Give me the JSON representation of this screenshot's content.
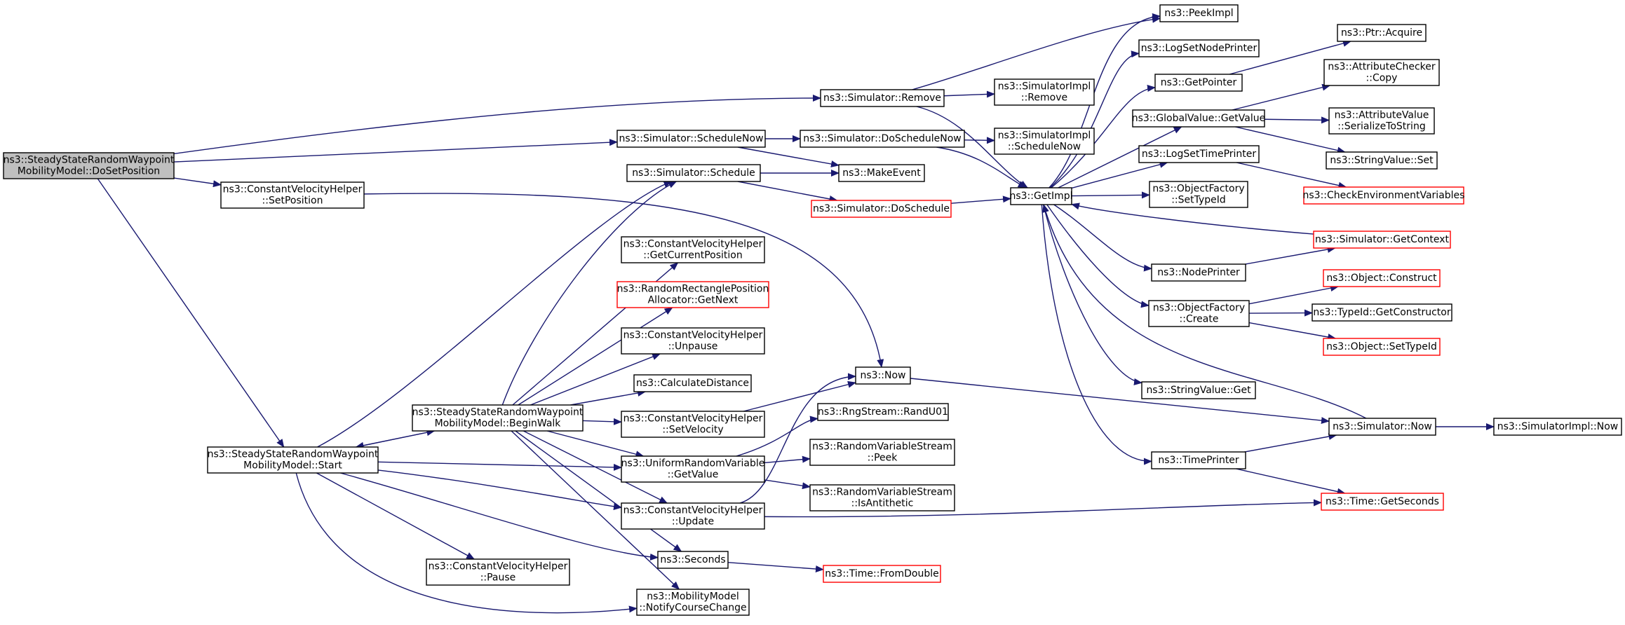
{
  "colors": {
    "edge": "#191970",
    "node_border": "#000000",
    "incomplete_border": "#ff0000",
    "focus_fill": "#bfbfbf",
    "background": "#ffffff"
  },
  "nodes": {
    "dosetposition": {
      "lines": [
        "ns3::SteadyStateRandomWaypoint",
        "MobilityModel::DoSetPosition"
      ],
      "style": "focus"
    },
    "sim_remove": {
      "lines": [
        "ns3::Simulator::Remove"
      ]
    },
    "sim_schedulenow": {
      "lines": [
        "ns3::Simulator::ScheduleNow"
      ]
    },
    "cvh_setposition": {
      "lines": [
        "ns3::ConstantVelocityHelper",
        "::SetPosition"
      ]
    },
    "sssrw_start": {
      "lines": [
        "ns3::SteadyStateRandomWaypoint",
        "MobilityModel::Start"
      ]
    },
    "simimpl_remove": {
      "lines": [
        "ns3::SimulatorImpl",
        "::Remove"
      ]
    },
    "sim_doschedulenow": {
      "lines": [
        "ns3::Simulator::DoScheduleNow"
      ]
    },
    "simimpl_schedulenow": {
      "lines": [
        "ns3::SimulatorImpl",
        "::ScheduleNow"
      ]
    },
    "sim_schedule": {
      "lines": [
        "ns3::Simulator::Schedule"
      ]
    },
    "makeevent": {
      "lines": [
        "ns3::MakeEvent"
      ]
    },
    "sim_doschedule": {
      "lines": [
        "ns3::Simulator::DoSchedule"
      ],
      "style": "red"
    },
    "getimpl": {
      "lines": [
        "ns3::GetImpl"
      ]
    },
    "peekimpl": {
      "lines": [
        "ns3::PeekImpl"
      ]
    },
    "lognodeprinter": {
      "lines": [
        "ns3::LogSetNodePrinter"
      ]
    },
    "getpointer": {
      "lines": [
        "ns3::GetPointer"
      ]
    },
    "ptr_acquire": {
      "lines": [
        "ns3::Ptr::Acquire"
      ]
    },
    "globalvalue_get": {
      "lines": [
        "ns3::GlobalValue::GetValue"
      ]
    },
    "attrchecker_copy": {
      "lines": [
        "ns3::AttributeChecker",
        "::Copy"
      ]
    },
    "attrvalue_serialize": {
      "lines": [
        "ns3::AttributeValue",
        "::SerializeToString"
      ]
    },
    "stringvalue_set": {
      "lines": [
        "ns3::StringValue::Set"
      ]
    },
    "logtimeprinter": {
      "lines": [
        "ns3::LogSetTimePrinter"
      ]
    },
    "checkenv": {
      "lines": [
        "ns3::CheckEnvironmentVariables"
      ],
      "style": "red"
    },
    "objfactory_settypeid": {
      "lines": [
        "ns3::ObjectFactory",
        "::SetTypeId"
      ]
    },
    "sim_getcontext": {
      "lines": [
        "ns3::Simulator::GetContext"
      ],
      "style": "red"
    },
    "nodeprinter": {
      "lines": [
        "ns3::NodePrinter"
      ]
    },
    "object_construct": {
      "lines": [
        "ns3::Object::Construct"
      ],
      "style": "red"
    },
    "objfactory_create": {
      "lines": [
        "ns3::ObjectFactory",
        "::Create"
      ]
    },
    "typeid_getctor": {
      "lines": [
        "ns3::TypeId::GetConstructor"
      ]
    },
    "object_settypeid": {
      "lines": [
        "ns3::Object::SetTypeId"
      ],
      "style": "red"
    },
    "stringvalue_get": {
      "lines": [
        "ns3::StringValue::Get"
      ]
    },
    "timeprinter": {
      "lines": [
        "ns3::TimePrinter"
      ]
    },
    "sim_now": {
      "lines": [
        "ns3::Simulator::Now"
      ]
    },
    "simimpl_now": {
      "lines": [
        "ns3::SimulatorImpl::Now"
      ]
    },
    "time_getseconds": {
      "lines": [
        "ns3::Time::GetSeconds"
      ],
      "style": "red"
    },
    "cvh_getcurrentposition": {
      "lines": [
        "ns3::ConstantVelocityHelper",
        "::GetCurrentPosition"
      ]
    },
    "rrpa_getnext": {
      "lines": [
        "ns3::RandomRectanglePosition",
        "Allocator::GetNext"
      ],
      "style": "red"
    },
    "cvh_unpause": {
      "lines": [
        "ns3::ConstantVelocityHelper",
        "::Unpause"
      ]
    },
    "calcdistance": {
      "lines": [
        "ns3::CalculateDistance"
      ]
    },
    "now": {
      "lines": [
        "ns3::Now"
      ]
    },
    "sssrw_beginwalk": {
      "lines": [
        "ns3::SteadyStateRandomWaypoint",
        "MobilityModel::BeginWalk"
      ]
    },
    "cvh_setvelocity": {
      "lines": [
        "ns3::ConstantVelocityHelper",
        "::SetVelocity"
      ]
    },
    "rngstream_randu01": {
      "lines": [
        "ns3::RngStream::RandU01"
      ]
    },
    "urv_getvalue": {
      "lines": [
        "ns3::UniformRandomVariable",
        "::GetValue"
      ]
    },
    "rvs_peek": {
      "lines": [
        "ns3::RandomVariableStream",
        "::Peek"
      ]
    },
    "rvs_isantithetic": {
      "lines": [
        "ns3::RandomVariableStream",
        "::IsAntithetic"
      ]
    },
    "cvh_update": {
      "lines": [
        "ns3::ConstantVelocityHelper",
        "::Update"
      ]
    },
    "seconds": {
      "lines": [
        "ns3::Seconds"
      ]
    },
    "time_fromdouble": {
      "lines": [
        "ns3::Time::FromDouble"
      ],
      "style": "red"
    },
    "cvh_pause": {
      "lines": [
        "ns3::ConstantVelocityHelper",
        "::Pause"
      ]
    },
    "mm_notifycoursechange": {
      "lines": [
        "ns3::MobilityModel",
        "::NotifyCourseChange"
      ]
    }
  }
}
